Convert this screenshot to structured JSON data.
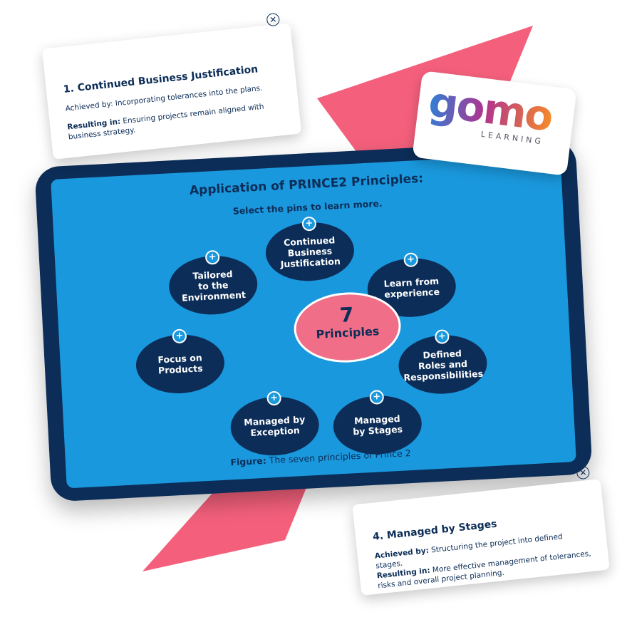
{
  "screen": {
    "title": "Application of PRINCE2 Principles:",
    "subtitle": "Select the pins to learn more.",
    "center": {
      "number": "7",
      "label": "Principles"
    },
    "pins": [
      {
        "id": "business",
        "label": "Continued\nBusiness\nJustification"
      },
      {
        "id": "experience",
        "label": "Learn from\nexperience"
      },
      {
        "id": "roles",
        "label": "Defined\nRoles and\nResponsibilities"
      },
      {
        "id": "stages",
        "label": "Managed\nby Stages"
      },
      {
        "id": "exception",
        "label": "Managed by\nException"
      },
      {
        "id": "products",
        "label": "Focus on\nProducts"
      },
      {
        "id": "tailored",
        "label": "Tailored\nto the\nEnvironment"
      }
    ],
    "pin_icon": "plus-icon",
    "caption_strong": "Figure:",
    "caption_text": " The seven principles of Prince 2"
  },
  "popup_top": {
    "title": "1. Continued Business Justification",
    "achieved": "Achieved by: Incorporating tolerances into the plans.",
    "resulting_label": "Resulting in:",
    "resulting_text": " Ensuring projects remain aligned with business strategy.",
    "close_icon": "close-icon"
  },
  "popup_bottom": {
    "title": "4. Managed by Stages",
    "achieved_label": "Achieved by:",
    "achieved_text": " Structuring the project into defined stages.",
    "resulting_label": "Resulting in:",
    "resulting_text": " More effective management of tolerances, risks and overall project planning.",
    "close_icon": "close-icon"
  },
  "logo": {
    "word": "gomo",
    "sub": "LEARNING"
  },
  "colors": {
    "navy": "#0c2d57",
    "screen_blue": "#1a98dd",
    "pink": "#f06e87",
    "bolt": "#f4607c",
    "white": "#ffffff"
  },
  "close_symbol": "✕",
  "plus_symbol": "+"
}
